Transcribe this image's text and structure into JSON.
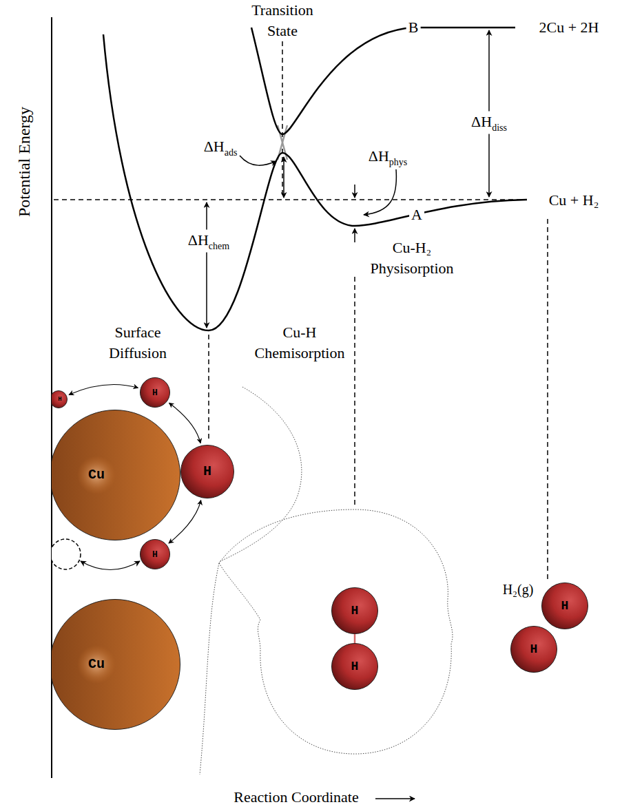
{
  "diagram": {
    "nodes": [
      {
        "text": [
          "H"
        ]
      },
      {
        "text": [
          "H"
        ]
      },
      {
        "text": [
          "Cu"
        ]
      },
      {
        "text": [
          "H"
        ]
      },
      {
        "text": [
          "H"
        ]
      },
      {
        "text": [
          "Cu"
        ]
      },
      {
        "text": [
          "H"
        ]
      },
      {
        "text": [
          "H"
        ]
      },
      {
        "text": [
          "H"
        ]
      },
      {
        "text": [
          "H"
        ]
      }
    ],
    "edges": [
      {
        "from": 0,
        "to": 1,
        "arrow": "both"
      },
      {
        "from": 1,
        "to": 3,
        "arrow": "both"
      },
      {
        "from": 3,
        "to": 4,
        "arrow": "both"
      },
      {
        "from": 6,
        "to": 7,
        "arrow": "none"
      }
    ],
    "labels": [
      "Potential Energy",
      "Transition State",
      "B",
      "2Cu + 2H",
      "ΔH",
      "ads",
      "ΔH",
      "phys",
      "ΔH",
      "diss",
      "Cu + H₂",
      "A",
      "ΔH",
      "chem",
      "Cu-H₂ Physisorption",
      "Surface Diffusion",
      "Cu-H Chemisorption",
      "H₂(g)",
      "Reaction Coordinate"
    ]
  }
}
